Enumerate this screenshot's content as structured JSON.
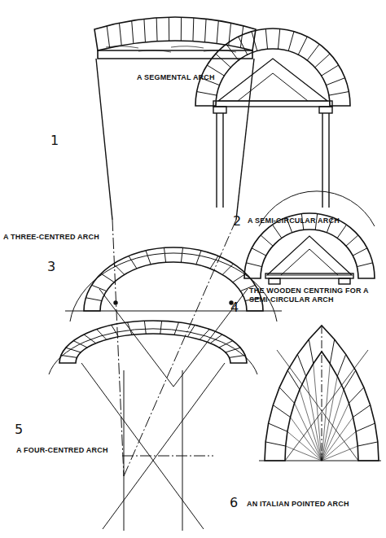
{
  "diagram": {
    "labels": [
      "A SEGMENTAL ARCH",
      "1",
      "2",
      "A SEMI-CIRCULAR ARCH",
      "A THREE-CENTRED ARCH",
      "3",
      "THE WOODEN CENTRING FOR A SEMI-CIRCULAR ARCH",
      "4",
      "5",
      "A FOUR-CENTRED ARCH",
      "6",
      "AN ITALIAN POINTED ARCH"
    ]
  }
}
